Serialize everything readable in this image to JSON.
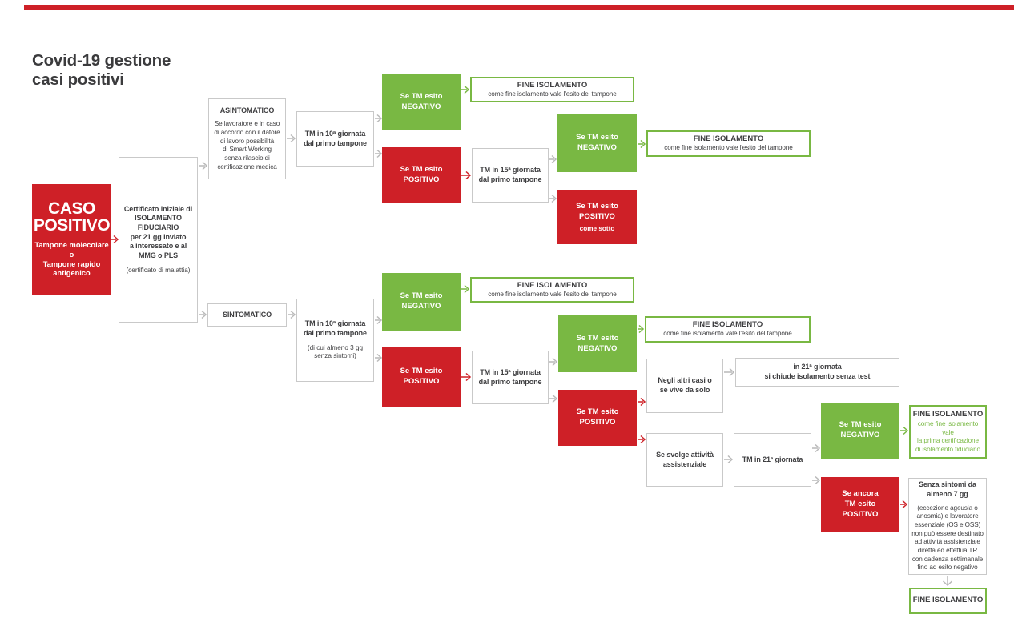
{
  "title": "Covid-19 gestione\ncasi positivi",
  "colors": {
    "red": "#CE2027",
    "green": "#79B843",
    "border_gray": "#C9C9C9",
    "text_dark": "#3E3E40",
    "arrow_gray": "#B9B9B9"
  },
  "nodes": {
    "caso": {
      "variant": "red",
      "title": "CASO\nPOSITIVO",
      "body": "Tampone molecolare\no\nTampone rapido\nantigenico"
    },
    "cert": {
      "variant": "outline",
      "title": "Certificato iniziale di\nISOLAMENTO\nFIDUCIARIO\nper 21 gg inviato\na interessato e al\nMMG o PLS",
      "note": "(certificato di malattia)"
    },
    "asintomatico": {
      "variant": "outline",
      "title": "ASINTOMATICO",
      "body": "Se lavoratore e in caso\ndi accordo con il datore\ndi lavoro possibilità\ndi Smart Working\nsenza rilascio di\ncertificazione medica"
    },
    "tm10a": {
      "variant": "outline",
      "title": "TM in 10ª giornata\ndal primo tampone"
    },
    "neg1": {
      "variant": "green",
      "title": "Se TM esito\nNEGATIVO"
    },
    "fine1": {
      "variant": "outline-green",
      "title": "FINE ISOLAMENTO",
      "body": "come fine isolamento vale l'esito del tampone"
    },
    "pos1": {
      "variant": "red-solid",
      "title": "Se TM esito\nPOSITIVO"
    },
    "tm15a": {
      "variant": "outline",
      "title": "TM in 15ª giornata\ndal primo tampone"
    },
    "neg2": {
      "variant": "green",
      "title": "Se TM esito\nNEGATIVO"
    },
    "fine2": {
      "variant": "outline-green",
      "title": "FINE ISOLAMENTO",
      "body": "come fine isolamento vale l'esito del tampone"
    },
    "pos2": {
      "variant": "red-solid",
      "title": "Se TM esito\nPOSITIVO",
      "note": "come sotto"
    },
    "sintomatico": {
      "variant": "outline",
      "title": "SINTOMATICO"
    },
    "tm10b": {
      "variant": "outline",
      "title": "TM in 10ª giornata\ndal primo tampone",
      "note": "(di cui almeno 3 gg\nsenza sintomi)"
    },
    "neg3": {
      "variant": "green",
      "title": "Se TM esito\nNEGATIVO"
    },
    "fine3": {
      "variant": "outline-green",
      "title": "FINE ISOLAMENTO",
      "body": "come fine isolamento vale l'esito del tampone"
    },
    "pos3": {
      "variant": "red-solid",
      "title": "Se TM esito\nPOSITIVO"
    },
    "tm15b": {
      "variant": "outline",
      "title": "TM in 15ª giornata\ndal primo tampone"
    },
    "neg4": {
      "variant": "green",
      "title": "Se TM esito\nNEGATIVO"
    },
    "fine4": {
      "variant": "outline-green",
      "title": "FINE ISOLAMENTO",
      "body": "come fine isolamento vale l'esito del tampone"
    },
    "pos4": {
      "variant": "red-solid",
      "title": "Se TM esito\nPOSITIVO"
    },
    "negli": {
      "variant": "outline",
      "title": "Negli altri casi o\nse vive da solo"
    },
    "chiude21": {
      "variant": "outline",
      "title": "in 21ª giornata\nsi chiude isolamento senza test"
    },
    "svolge": {
      "variant": "outline",
      "title": "Se svolge attività\nassistenziale"
    },
    "tm21": {
      "variant": "outline",
      "title": "TM in 21ª giornata"
    },
    "neg5": {
      "variant": "green",
      "title": "Se TM esito\nNEGATIVO"
    },
    "fine5": {
      "variant": "outline-green",
      "title": "FINE ISOLAMENTO",
      "body": "come fine isolamento vale\nla prima certificazione\ndi isolamento fiduciario"
    },
    "pos5": {
      "variant": "red-solid",
      "title": "Se ancora\nTM esito\nPOSITIVO"
    },
    "senza": {
      "variant": "outline",
      "title": "Senza sintomi da\nalmeno 7 gg",
      "body": "(eccezione ageusia o\nanosmia) e lavoratore\nessenziale (OS e OSS)\nnon può essere destinato\nad attività assistenziale\ndiretta ed effettua TR\ncon cadenza settimanale\nfino ad esito negativo"
    },
    "fine6": {
      "variant": "outline-green",
      "title": "FINE ISOLAMENTO"
    }
  }
}
